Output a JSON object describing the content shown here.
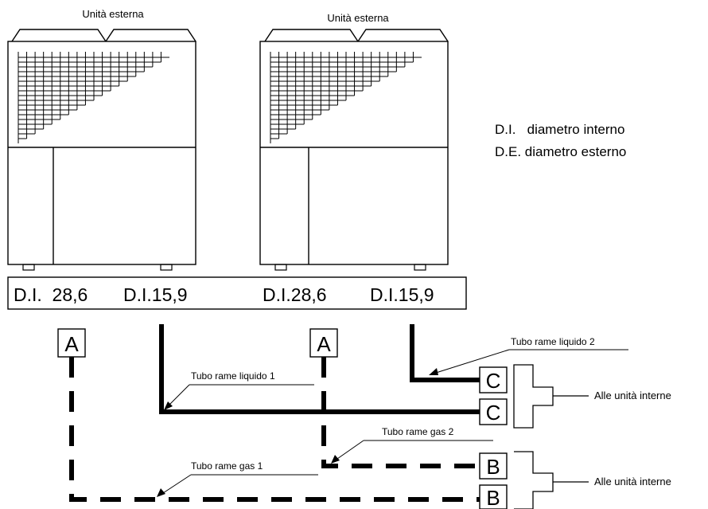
{
  "outdoor_units": [
    {
      "label": "Unità esterna"
    },
    {
      "label": "Unità esterna"
    }
  ],
  "legend": {
    "internal": "D.I.   diametro interno",
    "external": "D.E. diametro esterno"
  },
  "diameter_bar": {
    "u1_gas": "D.I.  28,6",
    "u1_liquid": "D.I.15,9",
    "u2_gas": "D.I.28,6",
    "u2_liquid": "D.I.15,9"
  },
  "connection_codes": {
    "A1": "A",
    "A2": "A",
    "C1": "C",
    "C2": "C",
    "B1": "B",
    "B2": "B"
  },
  "pipe_labels": {
    "liquid_1": "Tubo rame liquido 1",
    "liquid_2": "Tubo rame liquido 2",
    "gas_1": "Tubo rame gas 1",
    "gas_2": "Tubo rame gas 2"
  },
  "destinations": {
    "upper": "Alle unità interne",
    "lower": "Alle unità interne"
  }
}
